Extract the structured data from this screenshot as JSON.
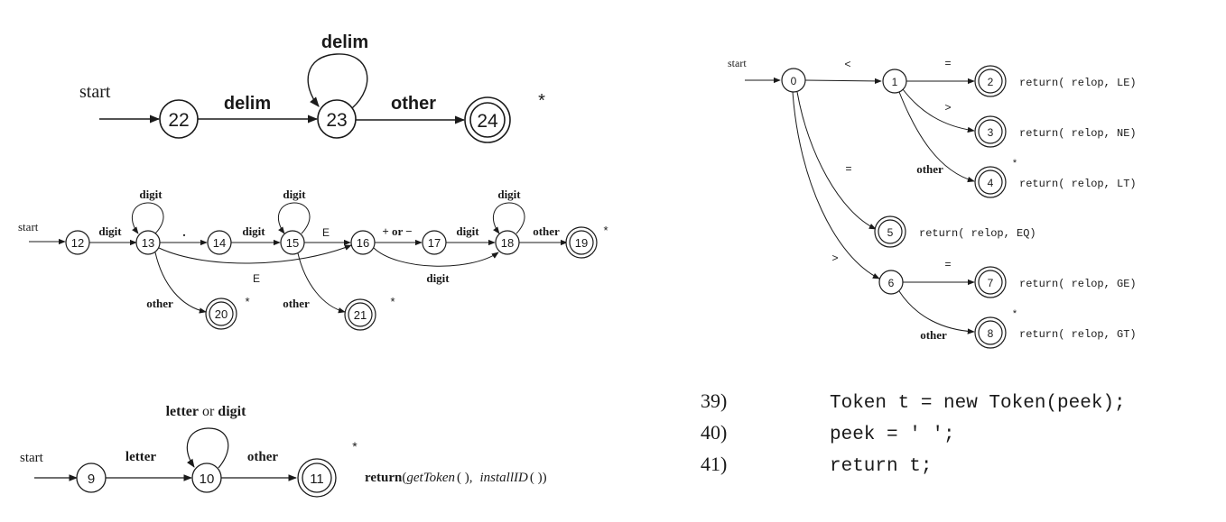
{
  "delim_diagram": {
    "start": "start",
    "states": [
      "22",
      "23",
      "24"
    ],
    "edge_delim": "delim",
    "loop_delim": "delim",
    "edge_other": "other",
    "star": "*"
  },
  "number_diagram": {
    "start": "start",
    "states": [
      "12",
      "13",
      "14",
      "15",
      "16",
      "17",
      "18",
      "19",
      "20",
      "21"
    ],
    "labels": {
      "e12_13": "digit",
      "loop13": "digit",
      "e13_14": ".",
      "e14_15": "digit",
      "loop15": "digit",
      "e15_16": "E",
      "e16_17": "+ or −",
      "e17_18": "digit",
      "loop18": "digit",
      "e18_19": "other",
      "e13_16": "E",
      "e16_18": "digit",
      "e13_20": "other",
      "e15_21": "other"
    },
    "star19": "*",
    "star20": "*",
    "star21": "*"
  },
  "id_diagram": {
    "start": "start",
    "states": [
      "9",
      "10",
      "11"
    ],
    "edge_letter": "letter",
    "loop_label_a": "letter",
    "loop_label_or": "or",
    "loop_label_b": "digit",
    "edge_other": "other",
    "star": "*",
    "action_return": "return",
    "action_fn1": "getToken",
    "action_paren1": "( ),",
    "action_fn2": "installID",
    "action_paren2": "( ))"
  },
  "relop_diagram": {
    "start": "start",
    "states": [
      "0",
      "1",
      "2",
      "3",
      "4",
      "5",
      "6",
      "7",
      "8"
    ],
    "labels": {
      "e0_1": "<",
      "e1_2": "=",
      "e1_3": ">",
      "e1_4": "other",
      "e0_5": "=",
      "e0_6": ">",
      "e6_7": "=",
      "e6_8": "other"
    },
    "star4": "*",
    "star8": "*",
    "returns": {
      "r2": "return( relop, LE)",
      "r3": "return( relop, NE)",
      "r4": "return( relop, LT)",
      "r5": "return( relop, EQ)",
      "r7": "return( relop, GE)",
      "r8": "return( relop, GT)"
    }
  },
  "code": {
    "lines": [
      {
        "num": "39)",
        "text": "Token t = new Token(peek);"
      },
      {
        "num": "40)",
        "text": "peek = ' ';"
      },
      {
        "num": "41)",
        "text": "return t;"
      }
    ]
  }
}
